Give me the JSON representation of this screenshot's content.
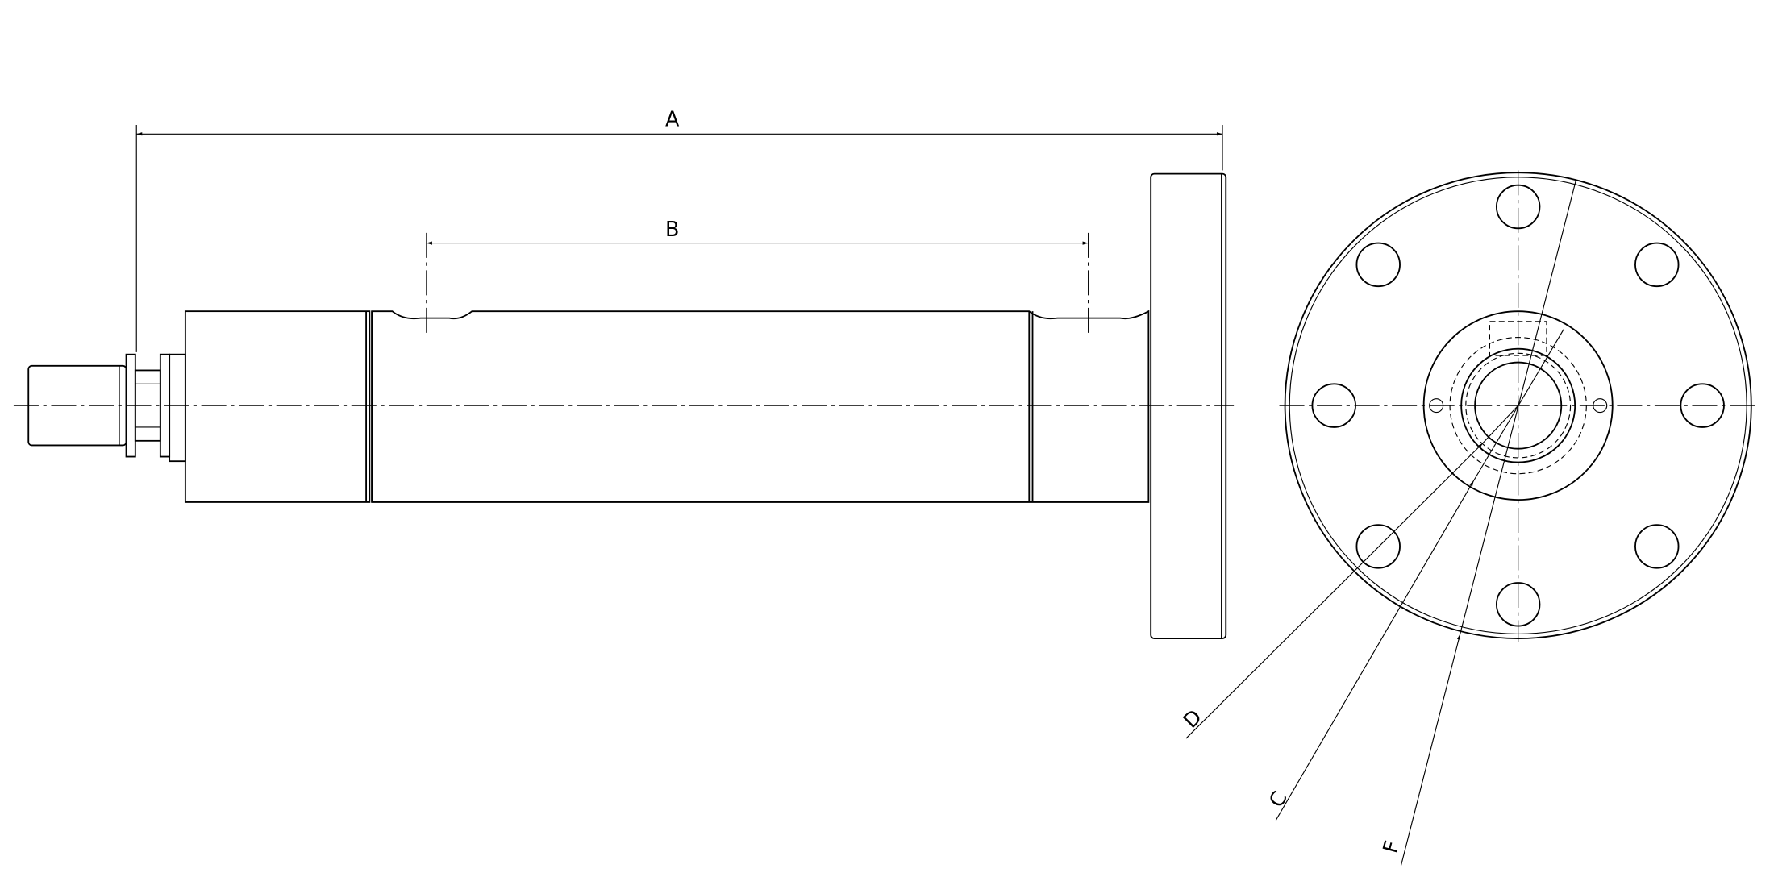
{
  "drawing": {
    "view_labels": {
      "dim_a": "A",
      "dim_b": "B",
      "dim_c": "C",
      "dim_d": "D",
      "dim_f": "F"
    },
    "line_color": "#000000",
    "background": "#ffffff"
  }
}
